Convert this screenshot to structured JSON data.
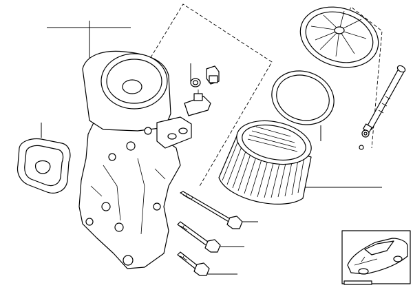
{
  "diagram": {
    "parts": [
      "oil-filter-housing",
      "housing-gasket",
      "oil-pressure-switch",
      "temperature-sensor",
      "filter-cover",
      "cover-o-ring",
      "filter-element",
      "filter-stem",
      "stem-seal",
      "long-bolt",
      "medium-bolt",
      "short-bolt"
    ],
    "inset": "vehicle-location-thumbnail"
  }
}
